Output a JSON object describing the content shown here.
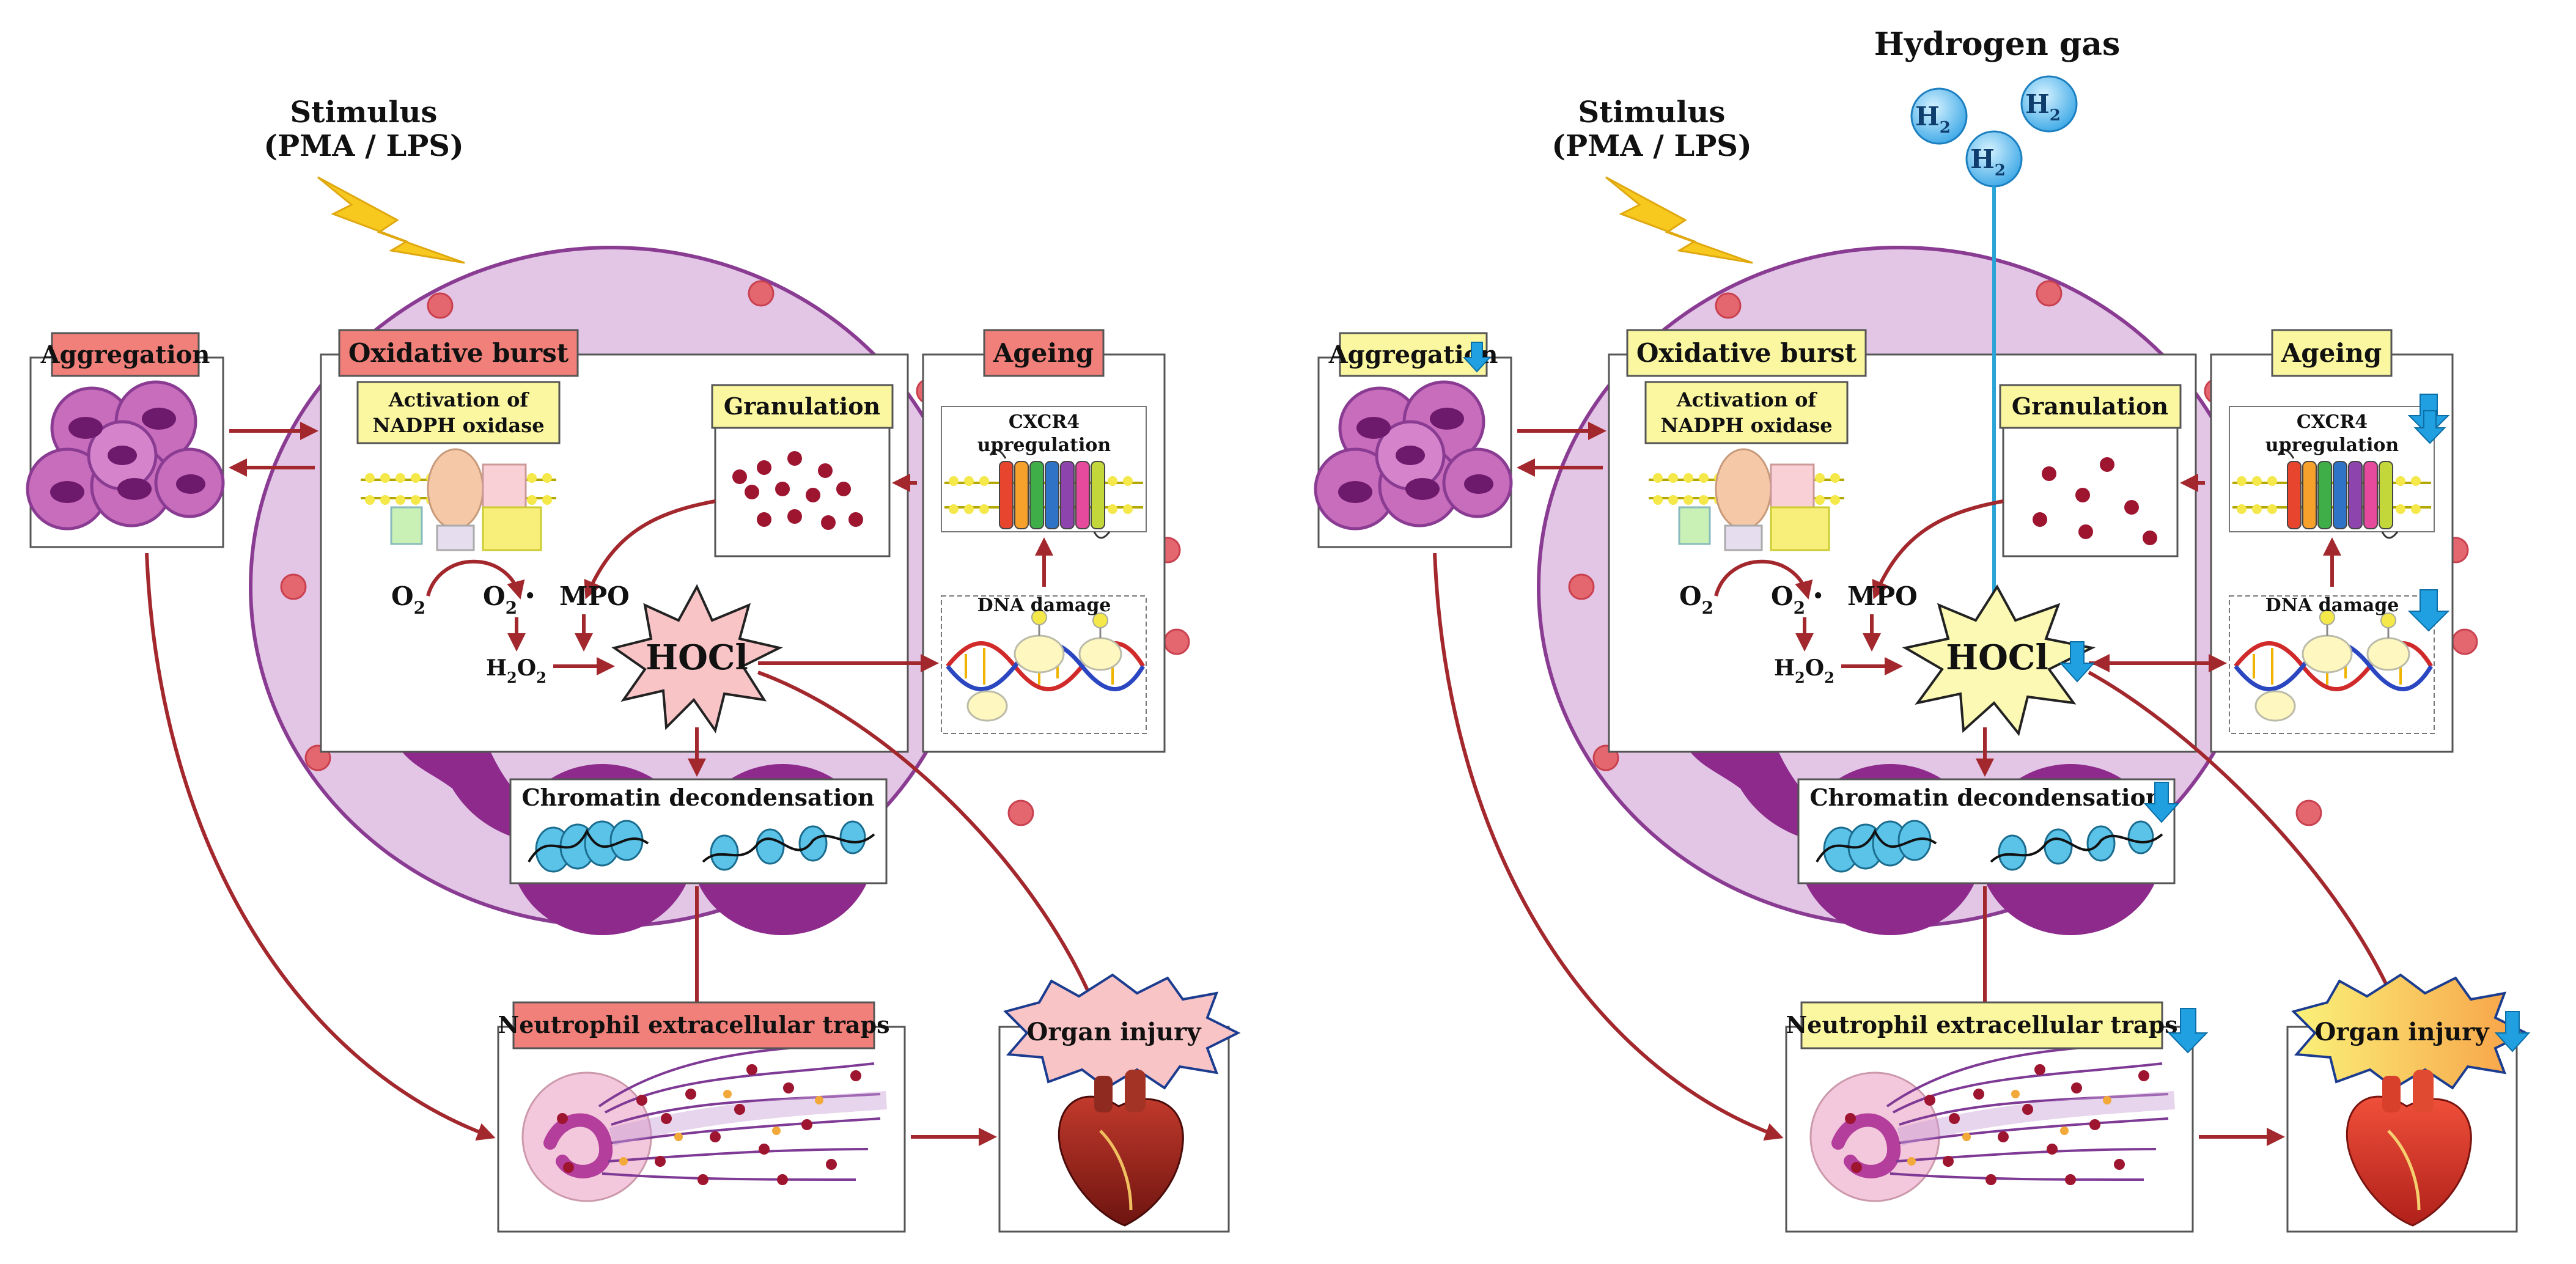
{
  "colors": {
    "cell_fill": "#e3c6e6",
    "cell_stroke": "#8a3c93",
    "dot": "#e4666f",
    "arrow": "#a3282d",
    "red_label": "#f08079",
    "yellow_label": "#fbf7a0",
    "hocl_red": "#f8c4c6",
    "hocl_yellow": "#fbf9b4",
    "h2_line": "#2aa4d6",
    "down_arrow": "#20a0e0",
    "nucleus": "#8d2a8c",
    "granule": "#9e1530"
  },
  "shared": {
    "stimulus_line1": "Stimulus",
    "stimulus_line2": "(PMA / LPS)",
    "aggregation": "Aggregation",
    "oxidative_burst": "Oxidative burst",
    "activation_line1": "Activation of",
    "activation_line2": "NADPH oxidase",
    "granulation": "Granulation",
    "ageing": "Ageing",
    "cxcr4_line1": "CXCR4",
    "cxcr4_line2": "upregulation",
    "dna_damage": "DNA damage",
    "o2": "O",
    "o2_sub": "2",
    "o2_radical": "O",
    "o2_radical_sub": "2",
    "o2_radical_dot": "・",
    "mpo": "MPO",
    "h2o2_a": "H",
    "h2o2_sub1": "2",
    "h2o2_b": "O",
    "h2o2_sub2": "2",
    "hocl": "HOCl",
    "chromatin": "Chromatin decondensation",
    "nets": "Neutrophil extracellular traps",
    "organ_injury": "Organ injury"
  },
  "right_only": {
    "hydrogen_gas": "Hydrogen gas",
    "h2_symbol": "H",
    "h2_sub": "2"
  }
}
